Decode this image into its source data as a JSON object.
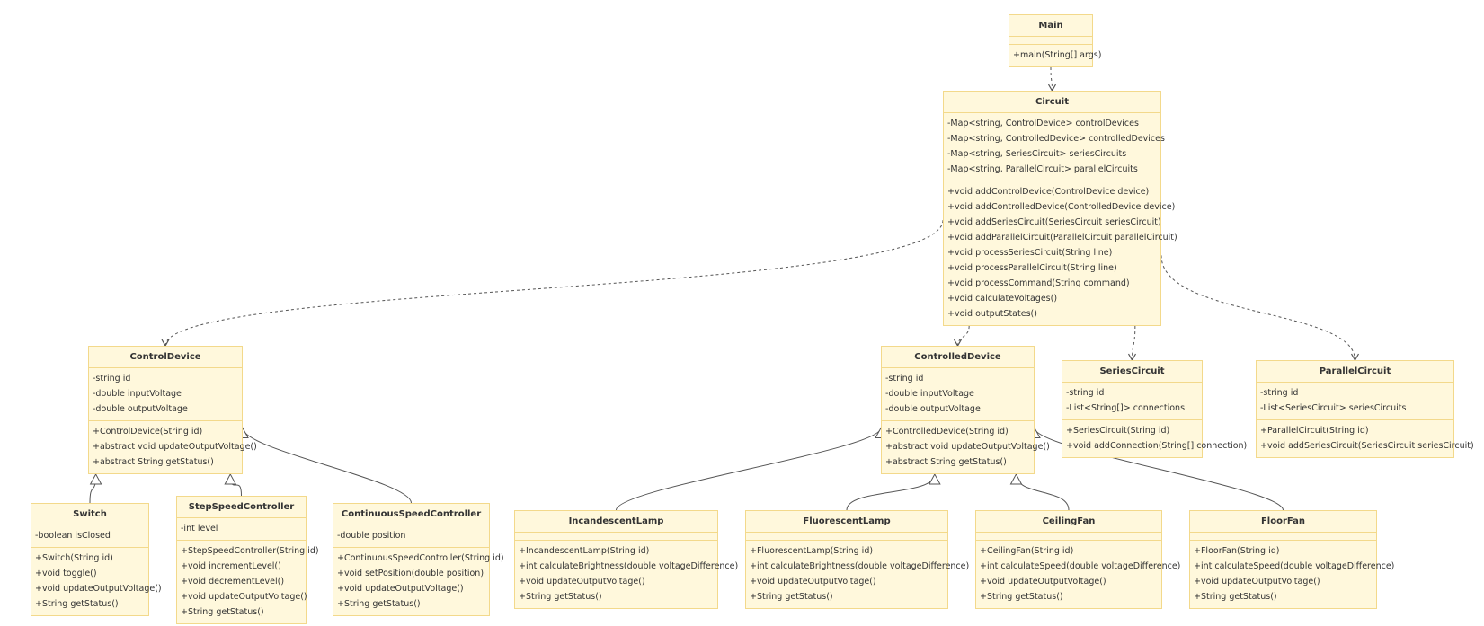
{
  "diagram": {
    "classes": [
      {
        "id": "main",
        "name": "Main",
        "attributes": [],
        "methods": [
          "+main(String[] args)"
        ]
      },
      {
        "id": "circuit",
        "name": "Circuit",
        "attributes": [
          "-Map<string, ControlDevice> controlDevices",
          "-Map<string, ControlledDevice> controlledDevices",
          "-Map<string, SeriesCircuit> seriesCircuits",
          "-Map<string, ParallelCircuit> parallelCircuits"
        ],
        "methods": [
          "+void addControlDevice(ControlDevice device)",
          "+void addControlledDevice(ControlledDevice device)",
          "+void addSeriesCircuit(SeriesCircuit seriesCircuit)",
          "+void addParallelCircuit(ParallelCircuit parallelCircuit)",
          "+void processSeriesCircuit(String line)",
          "+void processParallelCircuit(String line)",
          "+void processCommand(String command)",
          "+void calculateVoltages()",
          "+void outputStates()"
        ]
      },
      {
        "id": "control-device",
        "name": "ControlDevice",
        "attributes": [
          "-string id",
          "-double inputVoltage",
          "-double outputVoltage"
        ],
        "methods": [
          "+ControlDevice(String id)",
          "+abstract void updateOutputVoltage()",
          "+abstract String getStatus()"
        ]
      },
      {
        "id": "controlled-device",
        "name": "ControlledDevice",
        "attributes": [
          "-string id",
          "-double inputVoltage",
          "-double outputVoltage"
        ],
        "methods": [
          "+ControlledDevice(String id)",
          "+abstract void updateOutputVoltage()",
          "+abstract String getStatus()"
        ]
      },
      {
        "id": "series-circuit",
        "name": "SeriesCircuit",
        "attributes": [
          "-string id",
          "-List<String[]> connections"
        ],
        "methods": [
          "+SeriesCircuit(String id)",
          "+void addConnection(String[] connection)"
        ]
      },
      {
        "id": "parallel-circuit",
        "name": "ParallelCircuit",
        "attributes": [
          "-string id",
          "-List<SeriesCircuit> seriesCircuits"
        ],
        "methods": [
          "+ParallelCircuit(String id)",
          "+void addSeriesCircuit(SeriesCircuit seriesCircuit)"
        ]
      },
      {
        "id": "switch",
        "name": "Switch",
        "attributes": [
          "-boolean isClosed"
        ],
        "methods": [
          "+Switch(String id)",
          "+void toggle()",
          "+void updateOutputVoltage()",
          "+String getStatus()"
        ]
      },
      {
        "id": "step-speed-controller",
        "name": "StepSpeedController",
        "attributes": [
          "-int level"
        ],
        "methods": [
          "+StepSpeedController(String id)",
          "+void incrementLevel()",
          "+void decrementLevel()",
          "+void updateOutputVoltage()",
          "+String getStatus()"
        ]
      },
      {
        "id": "continuous-speed-controller",
        "name": "ContinuousSpeedController",
        "attributes": [
          "-double position"
        ],
        "methods": [
          "+ContinuousSpeedController(String id)",
          "+void setPosition(double position)",
          "+void updateOutputVoltage()",
          "+String getStatus()"
        ]
      },
      {
        "id": "incandescent-lamp",
        "name": "IncandescentLamp",
        "attributes": [],
        "methods": [
          "+IncandescentLamp(String id)",
          "+int calculateBrightness(double voltageDifference)",
          "+void updateOutputVoltage()",
          "+String getStatus()"
        ]
      },
      {
        "id": "fluorescent-lamp",
        "name": "FluorescentLamp",
        "attributes": [],
        "methods": [
          "+FluorescentLamp(String id)",
          "+int calculateBrightness(double voltageDifference)",
          "+void updateOutputVoltage()",
          "+String getStatus()"
        ]
      },
      {
        "id": "ceiling-fan",
        "name": "CeilingFan",
        "attributes": [],
        "methods": [
          "+CeilingFan(String id)",
          "+int calculateSpeed(double voltageDifference)",
          "+void updateOutputVoltage()",
          "+String getStatus()"
        ]
      },
      {
        "id": "floor-fan",
        "name": "FloorFan",
        "attributes": [],
        "methods": [
          "+FloorFan(String id)",
          "+int calculateSpeed(double voltageDifference)",
          "+void updateOutputVoltage()",
          "+String getStatus()"
        ]
      }
    ],
    "relations": [
      {
        "from": "main",
        "to": "circuit",
        "type": "dependency"
      },
      {
        "from": "circuit",
        "to": "control-device",
        "type": "dependency"
      },
      {
        "from": "circuit",
        "to": "controlled-device",
        "type": "dependency"
      },
      {
        "from": "circuit",
        "to": "series-circuit",
        "type": "dependency"
      },
      {
        "from": "circuit",
        "to": "parallel-circuit",
        "type": "dependency"
      },
      {
        "from": "switch",
        "to": "control-device",
        "type": "inheritance"
      },
      {
        "from": "step-speed-controller",
        "to": "control-device",
        "type": "inheritance"
      },
      {
        "from": "continuous-speed-controller",
        "to": "control-device",
        "type": "inheritance"
      },
      {
        "from": "incandescent-lamp",
        "to": "controlled-device",
        "type": "inheritance"
      },
      {
        "from": "fluorescent-lamp",
        "to": "controlled-device",
        "type": "inheritance"
      },
      {
        "from": "ceiling-fan",
        "to": "controlled-device",
        "type": "inheritance"
      },
      {
        "from": "floor-fan",
        "to": "controlled-device",
        "type": "inheritance"
      }
    ],
    "colors": {
      "box_fill": "#fff8dc",
      "box_border": "#f3d98b",
      "text": "#333333",
      "edge": "#555555"
    }
  }
}
